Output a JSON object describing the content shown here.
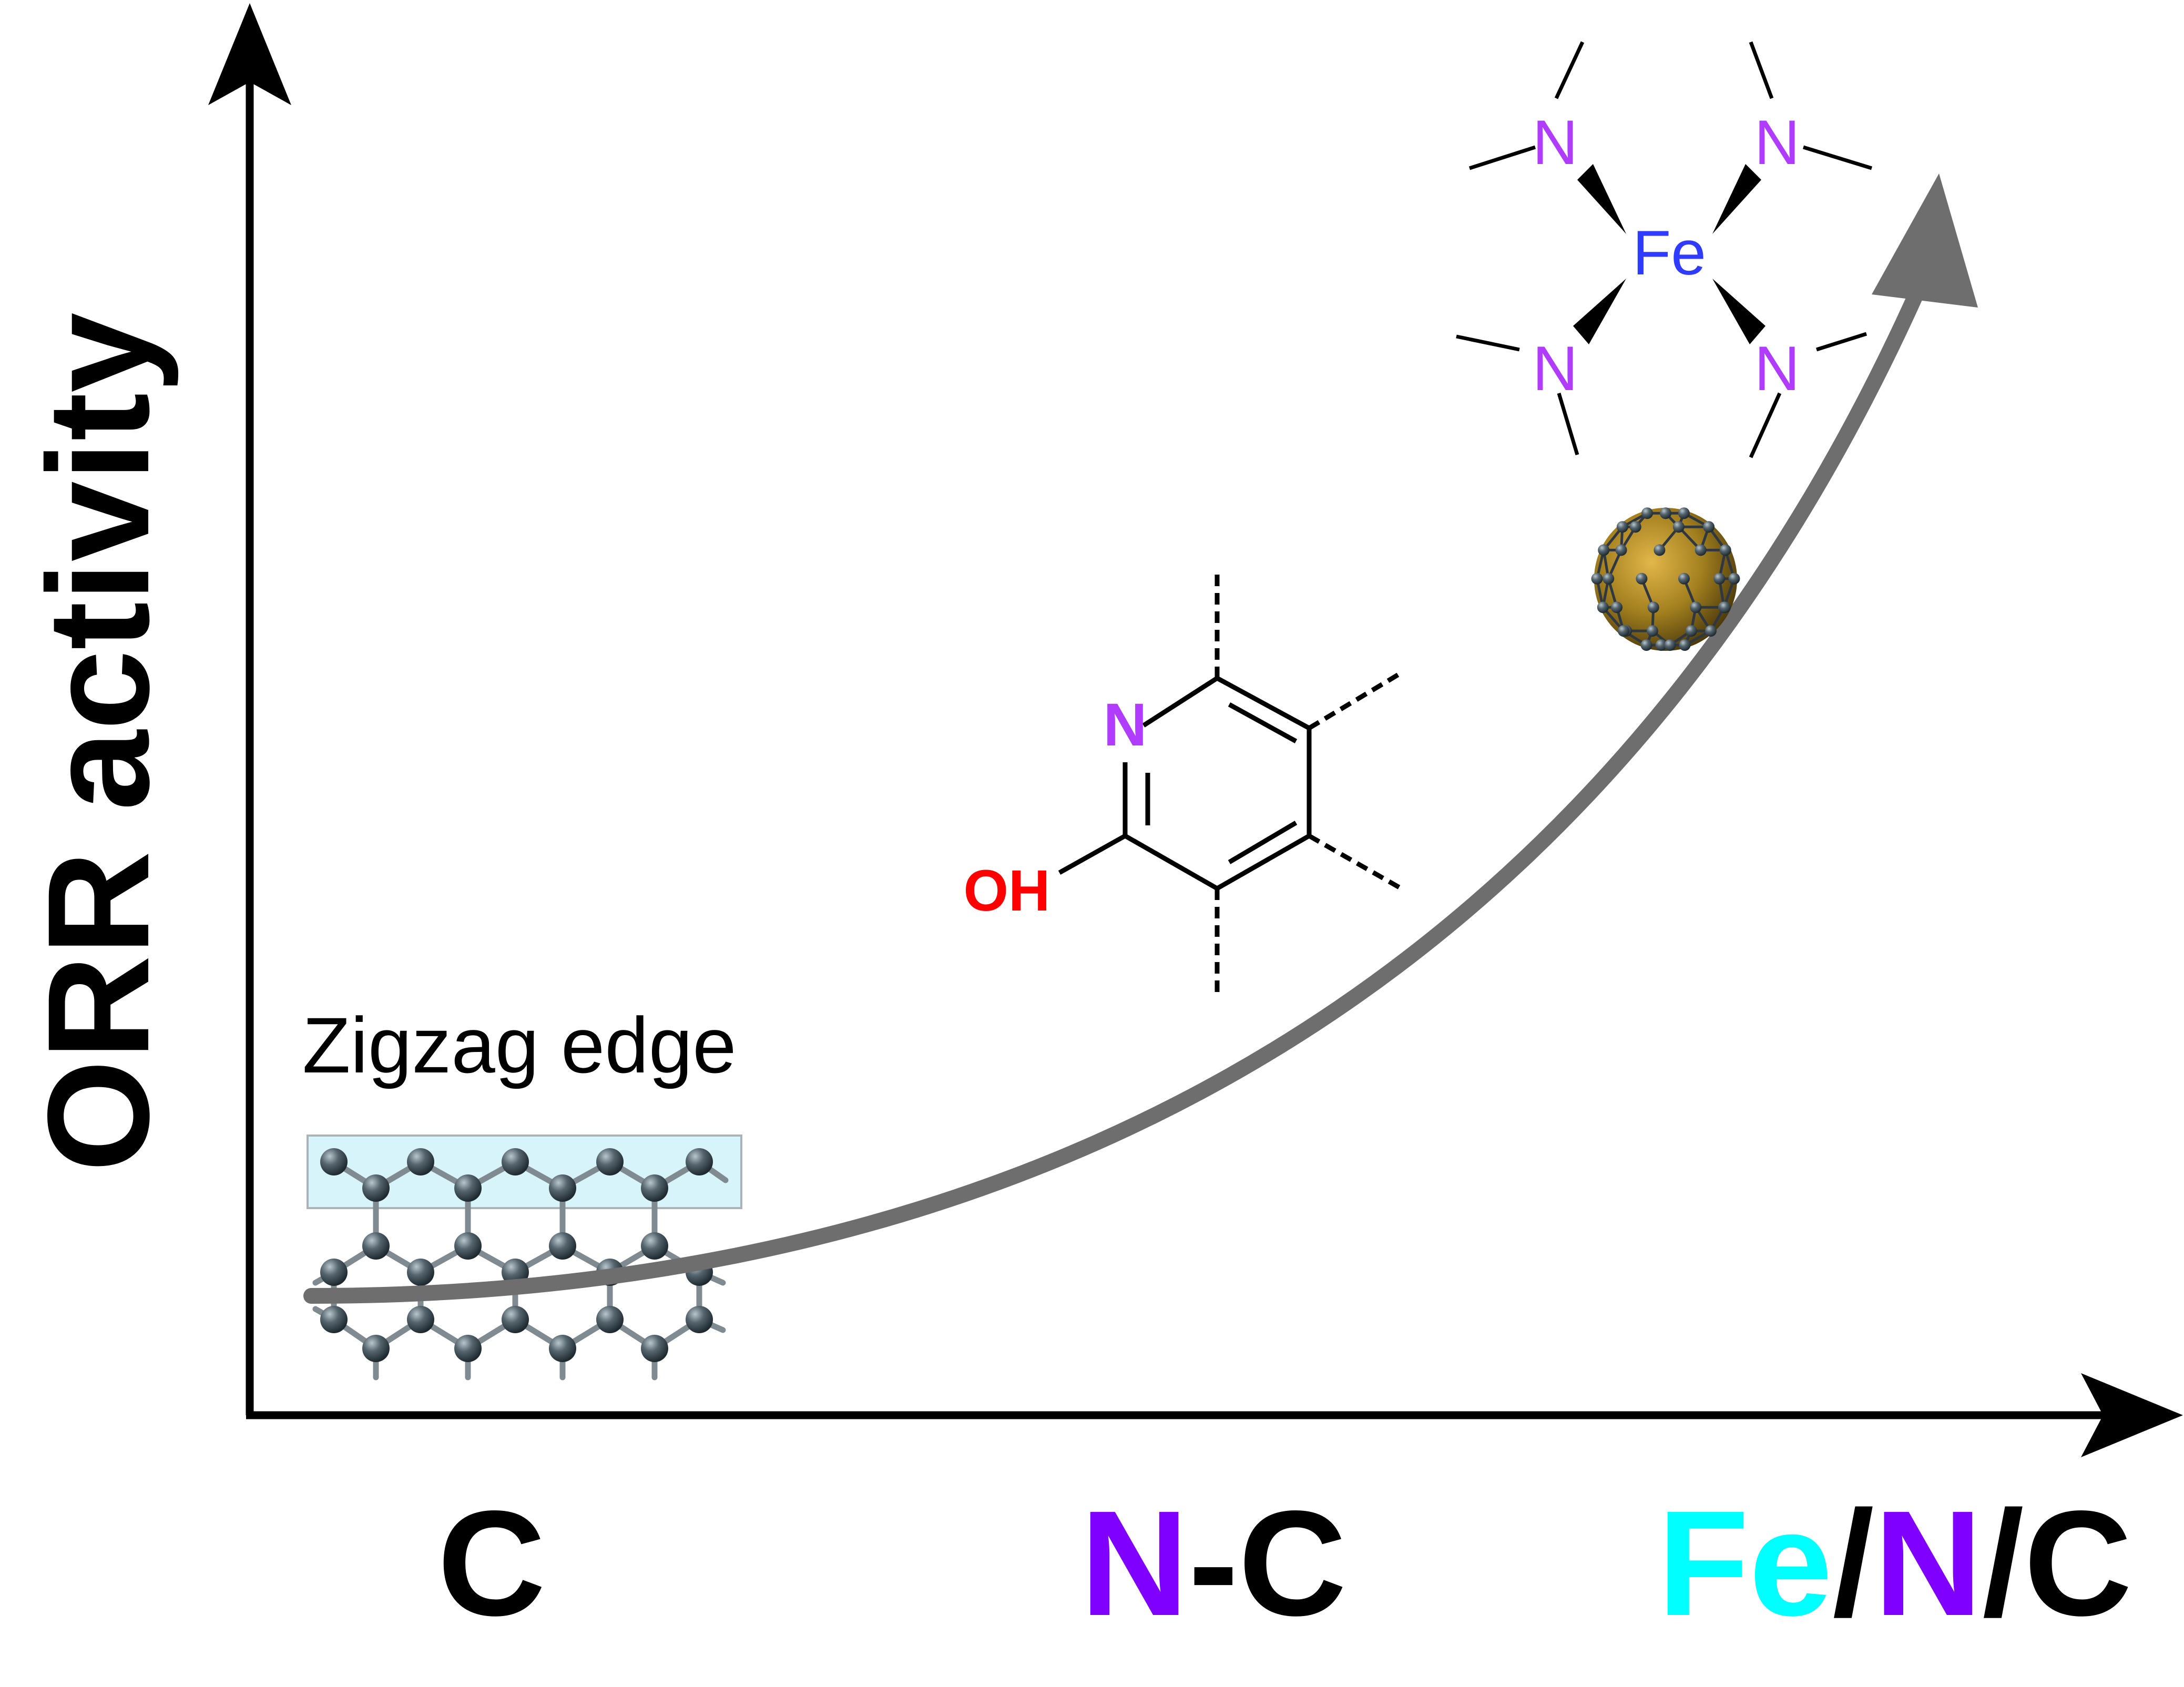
{
  "axes": {
    "y_label": "ORR activity",
    "x_categories": [
      {
        "parts": [
          {
            "text": "C",
            "color": "#000000"
          }
        ]
      },
      {
        "parts": [
          {
            "text": "N",
            "color": "#7f00ff"
          },
          {
            "text": "-C",
            "color": "#000000"
          }
        ]
      },
      {
        "parts": [
          {
            "text": "Fe",
            "color": "#00ffff"
          },
          {
            "text": "/",
            "color": "#000000"
          },
          {
            "text": "N",
            "color": "#7f00ff"
          },
          {
            "text": "/C",
            "color": "#000000"
          }
        ]
      }
    ]
  },
  "graphene": {
    "label": "Zigzag edge"
  },
  "pyridine": {
    "n_label": "N",
    "oh_label": "OH"
  },
  "fe_complex": {
    "center_label": "Fe",
    "ligand_label": "N"
  },
  "colors": {
    "axis": "#000000",
    "trend_arrow": "#6e6e6e",
    "nitrogen": "#b03cff",
    "iron": "#2f3cff",
    "hydroxyl": "#ff0000",
    "atom": "#3c4a52",
    "edge_highlight": "#d8f4fb",
    "nanoparticle": "#a88420"
  }
}
